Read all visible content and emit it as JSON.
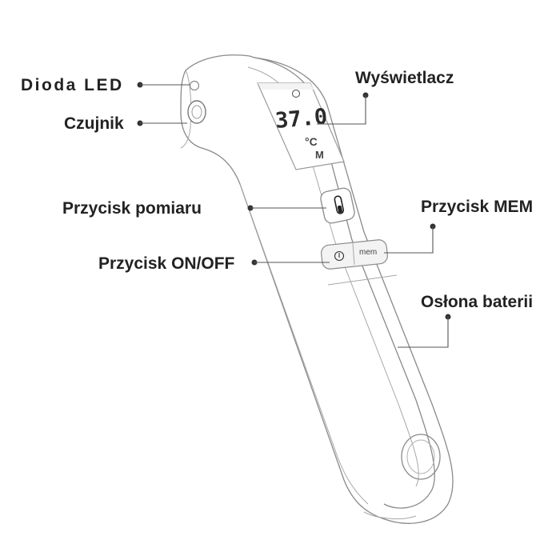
{
  "labels": {
    "led": "Dioda LED",
    "sensor": "Czujnik",
    "display": "Wyświetlacz",
    "measure_button": "Przycisk pomiaru",
    "mem_button": "Przycisk MEM",
    "onoff_button": "Przycisk ON/OFF",
    "battery_cover": "Osłona baterii"
  },
  "display": {
    "reading": "37.0",
    "unit": "°C",
    "mode": "M"
  },
  "device": {
    "mem_label": "mem"
  },
  "colors": {
    "outline": "#8a8a8a",
    "label_text": "#222222",
    "leader": "#555555"
  }
}
